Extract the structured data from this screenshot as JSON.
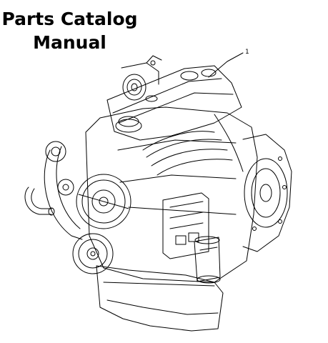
{
  "cover": {
    "title_line1": "Parts Catalog",
    "title_line2": "Manual",
    "callout_number": "1"
  },
  "illustration": {
    "icon": "engine-line-drawing",
    "stroke_color": "#000000",
    "background_color": "#ffffff"
  }
}
